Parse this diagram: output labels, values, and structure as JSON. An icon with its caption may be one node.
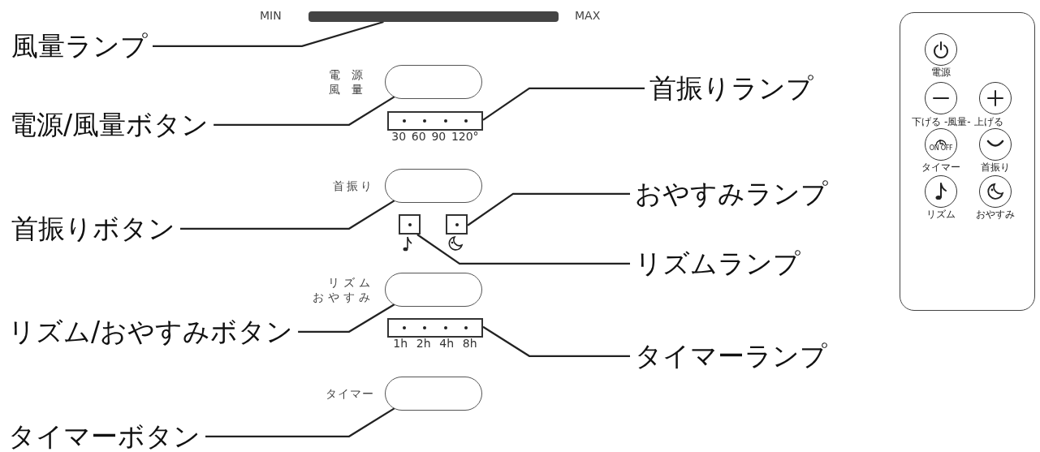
{
  "diagram": {
    "nodes": [
      {
        "text": [
          "風量ランプ"
        ]
      },
      {
        "text": [],
        "shape": "bar"
      },
      {
        "text": [
          "電源/風量ボタン"
        ]
      },
      {
        "text": [],
        "shape": "box",
        "beside": [
          "電源",
          "風量"
        ]
      },
      {
        "text": [
          "首振りランプ"
        ]
      },
      {
        "text": [],
        "shape": "box",
        "beside": [
          "30",
          "60",
          "90",
          "120°"
        ]
      },
      {
        "text": [
          "首振りボタン"
        ]
      },
      {
        "text": [],
        "shape": "box",
        "beside": [
          "首振り"
        ]
      },
      {
        "text": [
          "おやすみランプ"
        ]
      },
      {
        "text": [],
        "shape": "box"
      },
      {
        "text": [],
        "shape": "box"
      },
      {
        "text": [
          "リズムランプ"
        ]
      },
      {
        "text": [
          "リズム/おやすみボタン"
        ]
      },
      {
        "text": [],
        "shape": "box",
        "beside": [
          "リズム",
          "おやすみ"
        ]
      },
      {
        "text": [
          "タイマーランプ"
        ]
      },
      {
        "text": [],
        "shape": "box",
        "beside": [
          "1h",
          "2h",
          "4h",
          "8h"
        ]
      },
      {
        "text": [
          "タイマーボタン"
        ]
      },
      {
        "text": [],
        "shape": "box",
        "beside": [
          "タイマー"
        ]
      }
    ],
    "edges": [
      {
        "from": 0,
        "to": 1,
        "arrow": "none"
      },
      {
        "from": 2,
        "to": 3,
        "arrow": "none"
      },
      {
        "from": 4,
        "to": 5,
        "arrow": "none"
      },
      {
        "from": 6,
        "to": 7,
        "arrow": "none"
      },
      {
        "from": 8,
        "to": 10,
        "arrow": "none"
      },
      {
        "from": 11,
        "to": 9,
        "arrow": "none"
      },
      {
        "from": 12,
        "to": 13,
        "arrow": "none"
      },
      {
        "from": 14,
        "to": 15,
        "arrow": "none"
      },
      {
        "from": 16,
        "to": 17,
        "arrow": "none"
      }
    ],
    "labels": [
      "MIN",
      "MAX",
      "電源",
      "下げる",
      "-風量-",
      "上げる",
      "ON OFF",
      "タイマー",
      "首振り",
      "リズム",
      "おやすみ"
    ]
  }
}
